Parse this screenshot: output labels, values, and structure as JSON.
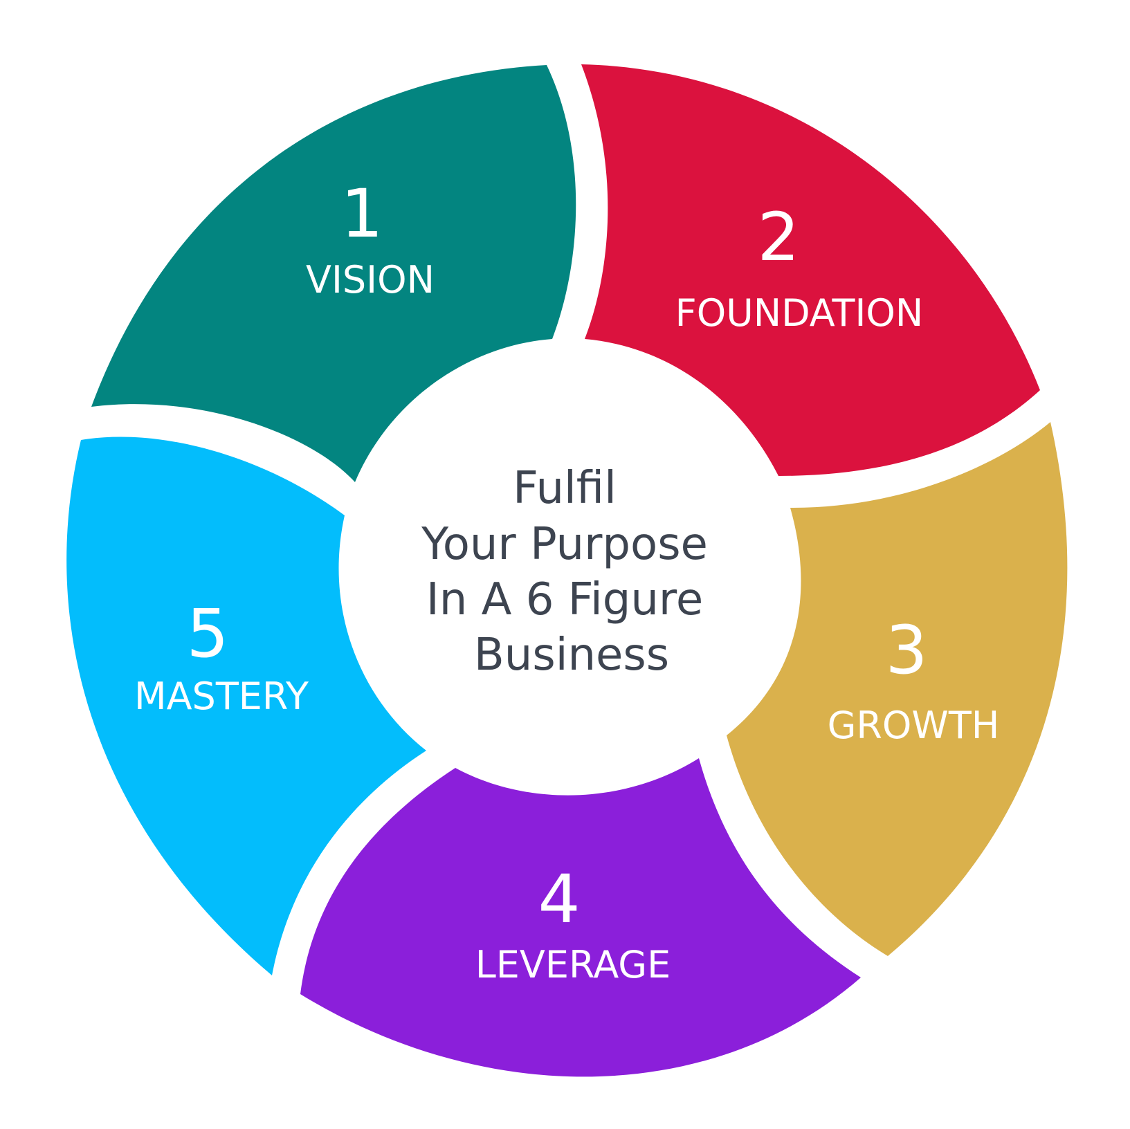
{
  "center": {
    "lines": [
      "Fulfil",
      "Your Purpose",
      "In A 6 Figure",
      "Business"
    ],
    "color": "#3d4450"
  },
  "segments": [
    {
      "number": "1",
      "label": "VISION",
      "color": "#038580"
    },
    {
      "number": "2",
      "label": "FOUNDATION",
      "color": "#db123e"
    },
    {
      "number": "3",
      "label": "GROWTH",
      "color": "#dab14c"
    },
    {
      "number": "4",
      "label": "LEVERAGE",
      "color": "#8b1fda"
    },
    {
      "number": "5",
      "label": "MASTERY",
      "color": "#03bdfc"
    }
  ]
}
